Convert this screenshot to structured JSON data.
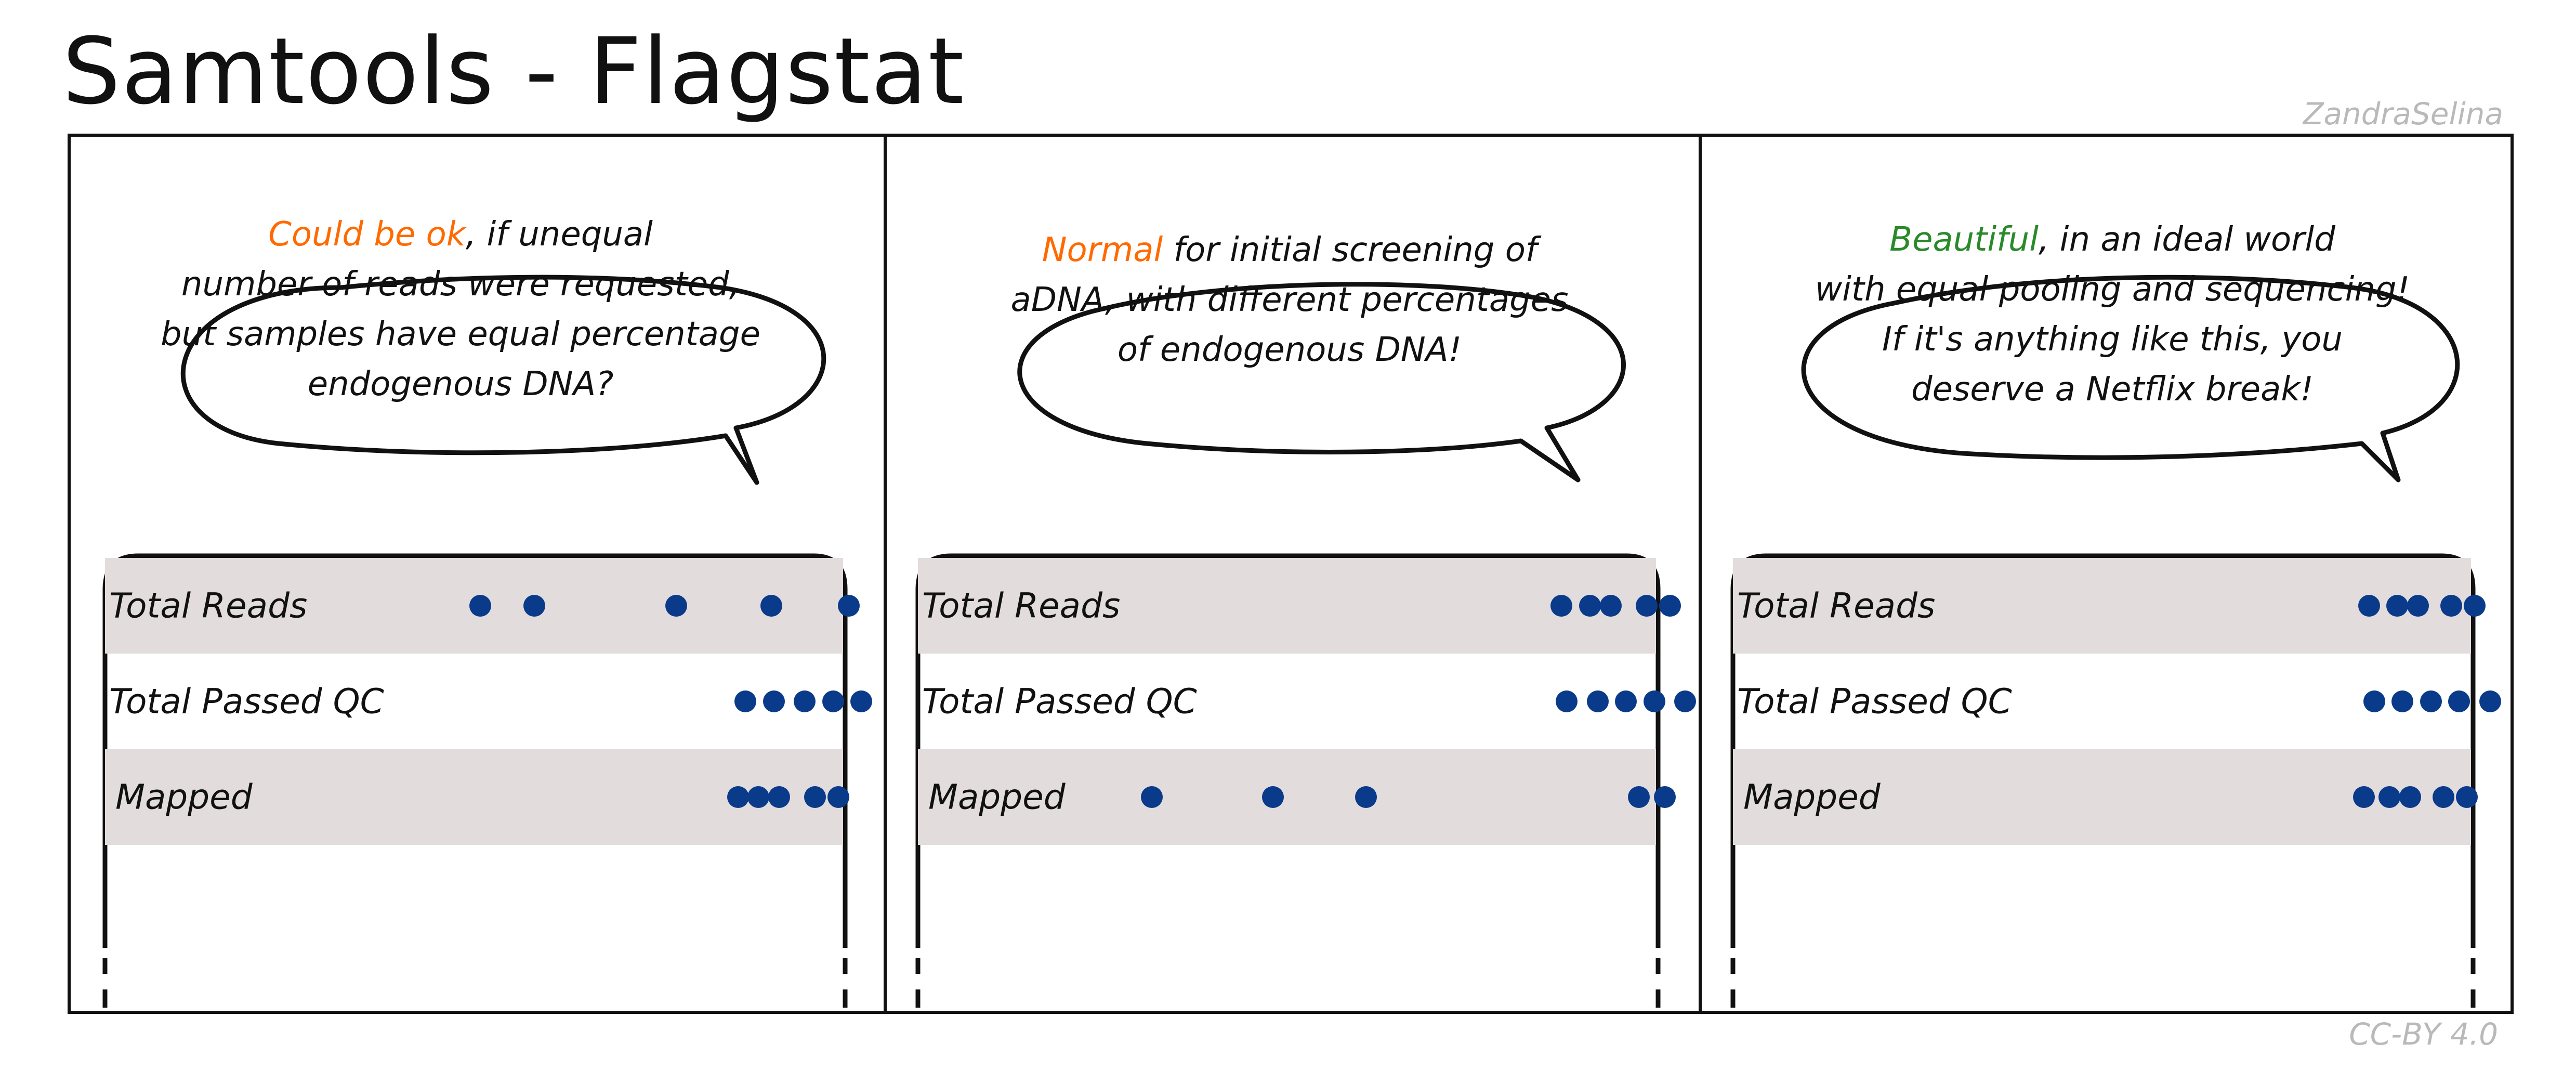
{
  "title": "Samtools - Flagstat",
  "author": "ZandraSelina",
  "license": "CC-BY 4.0",
  "colors": {
    "dot": "#0a3a8a",
    "row_shade": "#e2dcdd",
    "orange": "#ff6a00",
    "green": "#2a8a2a",
    "watermark": "#b9b9b9"
  },
  "row_labels": [
    "Total Reads",
    "Total Passed QC",
    "Mapped"
  ],
  "panels": [
    {
      "bubble": {
        "highlight": "Could be ok",
        "highlight_color": "orange",
        "line1_rest": ", if unequal",
        "line2": "number of reads were requested,",
        "line3": "but samples have equal percentage",
        "line4": "endogenous DNA?"
      },
      "rows": [
        {
          "label": "Total Reads",
          "dots": [
            0.159,
            0.18,
            0.235,
            0.272,
            0.302
          ]
        },
        {
          "label": "Total Passed QC",
          "dots": [
            0.262,
            0.273,
            0.285,
            0.296,
            0.307
          ]
        },
        {
          "label": "Mapped",
          "dots": [
            0.259,
            0.267,
            0.275,
            0.289,
            0.298
          ]
        }
      ]
    },
    {
      "bubble": {
        "highlight": "Normal",
        "highlight_color": "orange",
        "line1_rest": " for initial screening of",
        "line2": "aDNA, with different percentages",
        "line3": "of endogenous DNA!",
        "line4": ""
      },
      "rows": [
        {
          "label": "Total Reads",
          "dots": [
            0.262,
            0.273,
            0.281,
            0.295,
            0.304
          ]
        },
        {
          "label": "Total Passed QC",
          "dots": [
            0.264,
            0.276,
            0.287,
            0.298,
            0.31
          ]
        },
        {
          "label": "Mapped",
          "dots": [
            0.103,
            0.15,
            0.186,
            0.292,
            0.302
          ]
        }
      ]
    },
    {
      "bubble": {
        "highlight": "Beautiful",
        "highlight_color": "green",
        "line1_rest": ", in an ideal world",
        "line2": "with equal pooling and sequencing!",
        "line3": "If it's anything like this, you",
        "line4": "deserve a Netflix break!"
      },
      "rows": [
        {
          "label": "Total Reads",
          "dots": [
            0.259,
            0.27,
            0.278,
            0.291,
            0.3
          ]
        },
        {
          "label": "Total Passed QC",
          "dots": [
            0.261,
            0.272,
            0.283,
            0.294,
            0.306
          ]
        },
        {
          "label": "Mapped",
          "dots": [
            0.257,
            0.267,
            0.275,
            0.288,
            0.297
          ]
        }
      ]
    }
  ]
}
